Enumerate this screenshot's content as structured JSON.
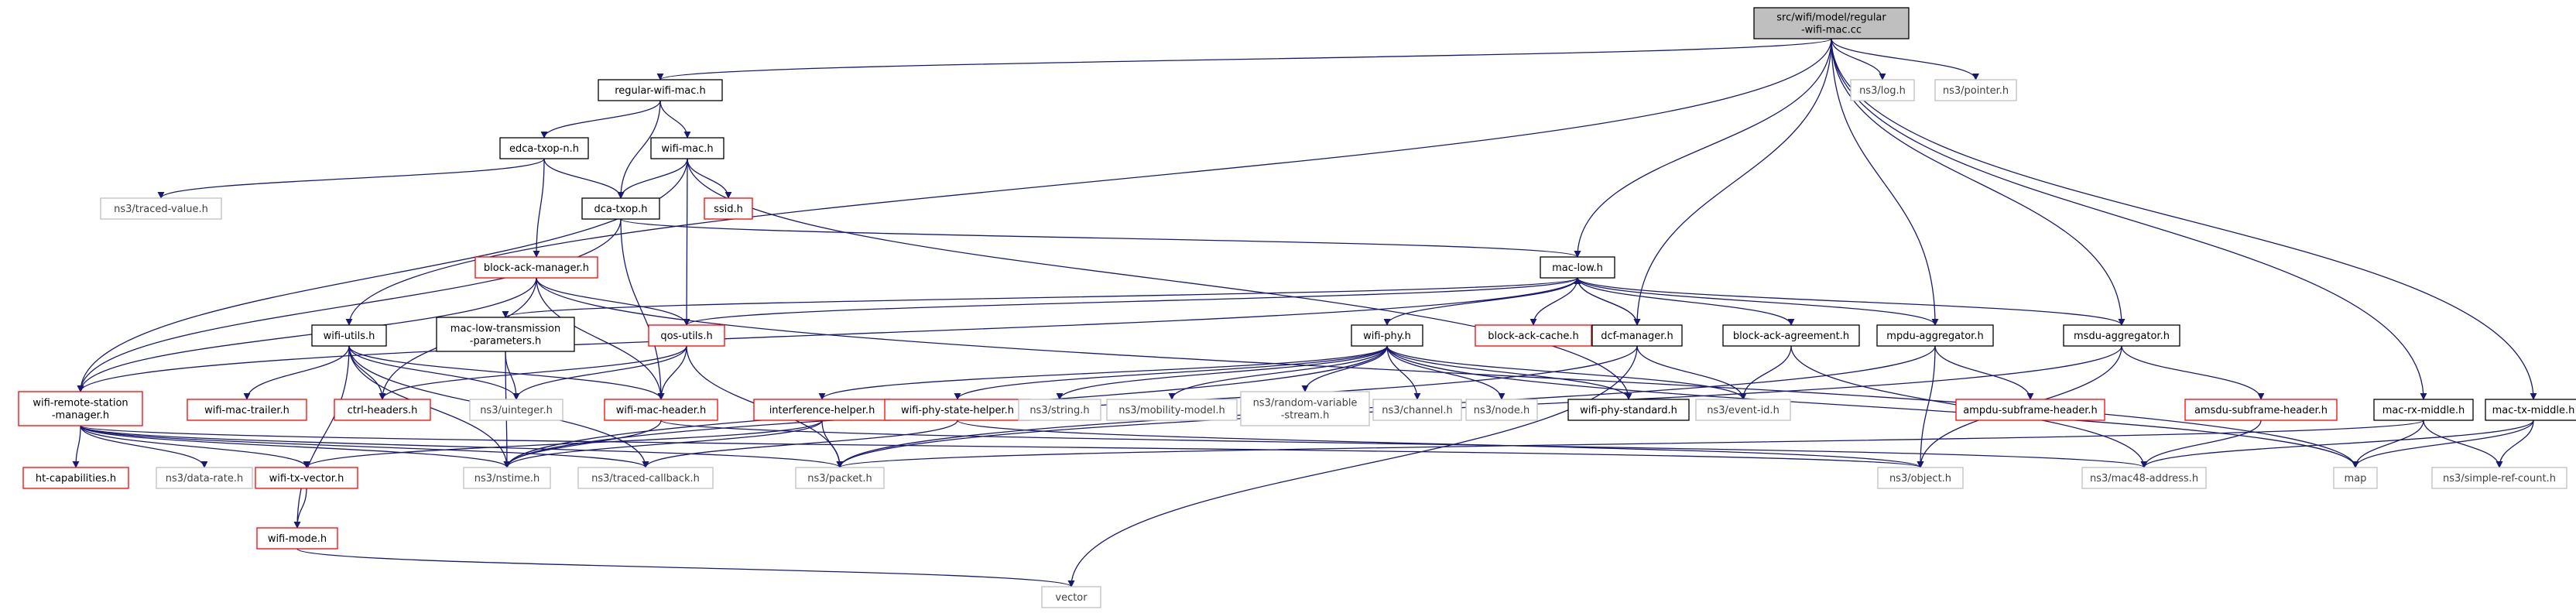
{
  "colors": {
    "edge": "#191970",
    "root_fill": "#bfbfbf",
    "root_stroke": "#000000",
    "documented_stroke": "#000000",
    "truncated_stroke": "#ff0000",
    "external_stroke": "#bfbfbf",
    "text_dark": "#000000",
    "text_external": "#404040",
    "background": "#ffffff"
  },
  "nodes": [
    {
      "id": "root",
      "lines": [
        "src/wifi/model/regular",
        "-wifi-mac.cc"
      ],
      "kind": "root"
    },
    {
      "id": "regular_wifi_mac_h",
      "lines": [
        "regular-wifi-mac.h"
      ],
      "kind": "documented"
    },
    {
      "id": "ns3_log",
      "lines": [
        "ns3/log.h"
      ],
      "kind": "external"
    },
    {
      "id": "ns3_pointer",
      "lines": [
        "ns3/pointer.h"
      ],
      "kind": "external"
    },
    {
      "id": "edca_txop_n",
      "lines": [
        "edca-txop-n.h"
      ],
      "kind": "documented"
    },
    {
      "id": "wifi_mac",
      "lines": [
        "wifi-mac.h"
      ],
      "kind": "documented"
    },
    {
      "id": "traced_value",
      "lines": [
        "ns3/traced-value.h"
      ],
      "kind": "external"
    },
    {
      "id": "dca_txop",
      "lines": [
        "dca-txop.h"
      ],
      "kind": "documented"
    },
    {
      "id": "ssid",
      "lines": [
        "ssid.h"
      ],
      "kind": "truncated"
    },
    {
      "id": "block_ack_manager",
      "lines": [
        "block-ack-manager.h"
      ],
      "kind": "truncated"
    },
    {
      "id": "mac_low",
      "lines": [
        "mac-low.h"
      ],
      "kind": "documented"
    },
    {
      "id": "wifi_utils",
      "lines": [
        "wifi-utils.h"
      ],
      "kind": "documented"
    },
    {
      "id": "mac_low_tx_params",
      "lines": [
        "mac-low-transmission",
        "-parameters.h"
      ],
      "kind": "documented"
    },
    {
      "id": "qos_utils",
      "lines": [
        "qos-utils.h"
      ],
      "kind": "truncated"
    },
    {
      "id": "wifi_phy",
      "lines": [
        "wifi-phy.h"
      ],
      "kind": "documented"
    },
    {
      "id": "block_ack_cache",
      "lines": [
        "block-ack-cache.h"
      ],
      "kind": "truncated"
    },
    {
      "id": "dcf_manager",
      "lines": [
        "dcf-manager.h"
      ],
      "kind": "documented"
    },
    {
      "id": "block_ack_agreement",
      "lines": [
        "block-ack-agreement.h"
      ],
      "kind": "documented"
    },
    {
      "id": "mpdu_aggregator",
      "lines": [
        "mpdu-aggregator.h"
      ],
      "kind": "documented"
    },
    {
      "id": "msdu_aggregator",
      "lines": [
        "msdu-aggregator.h"
      ],
      "kind": "documented"
    },
    {
      "id": "wifi_remote_station_manager",
      "lines": [
        "wifi-remote-station",
        "-manager.h"
      ],
      "kind": "truncated"
    },
    {
      "id": "wifi_mac_trailer",
      "lines": [
        "wifi-mac-trailer.h"
      ],
      "kind": "truncated"
    },
    {
      "id": "ctrl_headers",
      "lines": [
        "ctrl-headers.h"
      ],
      "kind": "truncated"
    },
    {
      "id": "ns3_uinteger",
      "lines": [
        "ns3/uinteger.h"
      ],
      "kind": "external"
    },
    {
      "id": "wifi_mac_header",
      "lines": [
        "wifi-mac-header.h"
      ],
      "kind": "truncated"
    },
    {
      "id": "interference_helper",
      "lines": [
        "interference-helper.h"
      ],
      "kind": "truncated"
    },
    {
      "id": "wifi_phy_state_helper",
      "lines": [
        "wifi-phy-state-helper.h"
      ],
      "kind": "truncated"
    },
    {
      "id": "ns3_string",
      "lines": [
        "ns3/string.h"
      ],
      "kind": "external"
    },
    {
      "id": "ns3_mobility_model",
      "lines": [
        "ns3/mobility-model.h"
      ],
      "kind": "external"
    },
    {
      "id": "ns3_random_variable_stream",
      "lines": [
        "ns3/random-variable",
        "-stream.h"
      ],
      "kind": "external"
    },
    {
      "id": "ns3_channel",
      "lines": [
        "ns3/channel.h"
      ],
      "kind": "external"
    },
    {
      "id": "ns3_node",
      "lines": [
        "ns3/node.h"
      ],
      "kind": "external"
    },
    {
      "id": "wifi_phy_standard",
      "lines": [
        "wifi-phy-standard.h"
      ],
      "kind": "documented"
    },
    {
      "id": "ns3_event_id",
      "lines": [
        "ns3/event-id.h"
      ],
      "kind": "external"
    },
    {
      "id": "ampdu_subframe_header",
      "lines": [
        "ampdu-subframe-header.h"
      ],
      "kind": "truncated"
    },
    {
      "id": "amsdu_subframe_header",
      "lines": [
        "amsdu-subframe-header.h"
      ],
      "kind": "truncated"
    },
    {
      "id": "mac_rx_middle",
      "lines": [
        "mac-rx-middle.h"
      ],
      "kind": "documented"
    },
    {
      "id": "mac_tx_middle",
      "lines": [
        "mac-tx-middle.h"
      ],
      "kind": "documented"
    },
    {
      "id": "ht_capabilities",
      "lines": [
        "ht-capabilities.h"
      ],
      "kind": "truncated"
    },
    {
      "id": "ns3_data_rate",
      "lines": [
        "ns3/data-rate.h"
      ],
      "kind": "external"
    },
    {
      "id": "wifi_tx_vector",
      "lines": [
        "wifi-tx-vector.h"
      ],
      "kind": "truncated"
    },
    {
      "id": "ns3_nstime",
      "lines": [
        "ns3/nstime.h"
      ],
      "kind": "external"
    },
    {
      "id": "ns3_traced_callback",
      "lines": [
        "ns3/traced-callback.h"
      ],
      "kind": "external"
    },
    {
      "id": "ns3_packet",
      "lines": [
        "ns3/packet.h"
      ],
      "kind": "external"
    },
    {
      "id": "ns3_object",
      "lines": [
        "ns3/object.h"
      ],
      "kind": "external"
    },
    {
      "id": "ns3_mac48_address",
      "lines": [
        "ns3/mac48-address.h"
      ],
      "kind": "external"
    },
    {
      "id": "map",
      "lines": [
        "map"
      ],
      "kind": "external"
    },
    {
      "id": "ns3_simple_ref_count",
      "lines": [
        "ns3/simple-ref-count.h"
      ],
      "kind": "external"
    },
    {
      "id": "wifi_mode",
      "lines": [
        "wifi-mode.h"
      ],
      "kind": "truncated"
    },
    {
      "id": "vector",
      "lines": [
        "vector"
      ],
      "kind": "external"
    }
  ],
  "edges": [
    [
      "root",
      "regular_wifi_mac_h"
    ],
    [
      "root",
      "ns3_log"
    ],
    [
      "root",
      "ns3_pointer"
    ],
    [
      "root",
      "wifi_utils"
    ],
    [
      "root",
      "mac_low"
    ],
    [
      "root",
      "dcf_manager"
    ],
    [
      "root",
      "mpdu_aggregator"
    ],
    [
      "root",
      "msdu_aggregator"
    ],
    [
      "root",
      "mac_rx_middle"
    ],
    [
      "root",
      "mac_tx_middle"
    ],
    [
      "regular_wifi_mac_h",
      "edca_txop_n"
    ],
    [
      "regular_wifi_mac_h",
      "wifi_mac"
    ],
    [
      "regular_wifi_mac_h",
      "dca_txop"
    ],
    [
      "edca_txop_n",
      "traced_value"
    ],
    [
      "edca_txop_n",
      "dca_txop"
    ],
    [
      "edca_txop_n",
      "block_ack_manager"
    ],
    [
      "wifi_mac",
      "dca_txop"
    ],
    [
      "wifi_mac",
      "ssid"
    ],
    [
      "wifi_mac",
      "qos_utils"
    ],
    [
      "wifi_mac",
      "wifi_remote_station_manager"
    ],
    [
      "wifi_mac",
      "wifi_phy_standard"
    ],
    [
      "dca_txop",
      "mac_low"
    ],
    [
      "dca_txop",
      "wifi_mac_header"
    ],
    [
      "dca_txop",
      "wifi_remote_station_manager"
    ],
    [
      "block_ack_manager",
      "qos_utils"
    ],
    [
      "block_ack_manager",
      "wifi_mac_header"
    ],
    [
      "block_ack_manager",
      "ctrl_headers"
    ],
    [
      "block_ack_manager",
      "wifi_remote_station_manager"
    ],
    [
      "block_ack_manager",
      "map"
    ],
    [
      "mac_low",
      "wifi_phy"
    ],
    [
      "mac_low",
      "block_ack_cache"
    ],
    [
      "mac_low",
      "dcf_manager"
    ],
    [
      "mac_low",
      "block_ack_agreement"
    ],
    [
      "mac_low",
      "mpdu_aggregator"
    ],
    [
      "mac_low",
      "msdu_aggregator"
    ],
    [
      "mac_low",
      "mac_low_tx_params"
    ],
    [
      "mac_low",
      "qos_utils"
    ],
    [
      "mac_low",
      "wifi_remote_station_manager"
    ],
    [
      "dcf_manager",
      "mac_low"
    ],
    [
      "dcf_manager",
      "ns3_event_id"
    ],
    [
      "dcf_manager",
      "vector"
    ],
    [
      "dcf_manager",
      "ns3_nstime"
    ],
    [
      "block_ack_agreement",
      "ns3_event_id"
    ],
    [
      "block_ack_agreement",
      "ns3_mac48_address"
    ],
    [
      "mpdu_aggregator",
      "ampdu_subframe_header"
    ],
    [
      "mpdu_aggregator",
      "ns3_object"
    ],
    [
      "mpdu_aggregator",
      "ns3_packet"
    ],
    [
      "msdu_aggregator",
      "amsdu_subframe_header"
    ],
    [
      "msdu_aggregator",
      "ns3_object"
    ],
    [
      "msdu_aggregator",
      "ns3_packet"
    ],
    [
      "amsdu_subframe_header",
      "ns3_mac48_address"
    ],
    [
      "mac_low_tx_params",
      "ns3_uinteger"
    ],
    [
      "mac_low_tx_params",
      "ns3_nstime"
    ],
    [
      "qos_utils",
      "ns3_uinteger"
    ],
    [
      "qos_utils",
      "ctrl_headers"
    ],
    [
      "qos_utils",
      "wifi_mac_header"
    ],
    [
      "qos_utils",
      "ns3_packet"
    ],
    [
      "wifi_utils",
      "wifi_mac_trailer"
    ],
    [
      "wifi_utils",
      "ctrl_headers"
    ],
    [
      "wifi_utils",
      "ns3_uinteger"
    ],
    [
      "wifi_utils",
      "wifi_mac_header"
    ],
    [
      "wifi_utils",
      "ns3_nstime"
    ],
    [
      "wifi_utils",
      "ns3_traced_callback"
    ],
    [
      "wifi_utils",
      "wifi_mode"
    ],
    [
      "wifi_mac_header",
      "ns3_nstime"
    ],
    [
      "wifi_mac_header",
      "ns3_mac48_address"
    ],
    [
      "wifi_phy",
      "interference_helper"
    ],
    [
      "wifi_phy",
      "wifi_phy_state_helper"
    ],
    [
      "wifi_phy",
      "ns3_string"
    ],
    [
      "wifi_phy",
      "ns3_mobility_model"
    ],
    [
      "wifi_phy",
      "ns3_random_variable_stream"
    ],
    [
      "wifi_phy",
      "ns3_channel"
    ],
    [
      "wifi_phy",
      "ns3_node"
    ],
    [
      "wifi_phy",
      "wifi_phy_standard"
    ],
    [
      "wifi_phy",
      "ns3_event_id"
    ],
    [
      "wifi_phy",
      "ns3_nstime"
    ],
    [
      "wifi_phy",
      "map"
    ],
    [
      "interference_helper",
      "ns3_nstime"
    ],
    [
      "interference_helper",
      "ns3_packet"
    ],
    [
      "interference_helper",
      "wifi_tx_vector"
    ],
    [
      "wifi_phy_state_helper",
      "ns3_traced_callback"
    ],
    [
      "wifi_phy_state_helper",
      "ns3_object"
    ],
    [
      "wifi_remote_station_manager",
      "ht_capabilities"
    ],
    [
      "wifi_remote_station_manager",
      "ns3_data_rate"
    ],
    [
      "wifi_remote_station_manager",
      "wifi_tx_vector"
    ],
    [
      "wifi_remote_station_manager",
      "ns3_nstime"
    ],
    [
      "wifi_remote_station_manager",
      "ns3_traced_callback"
    ],
    [
      "wifi_remote_station_manager",
      "ns3_packet"
    ],
    [
      "wifi_remote_station_manager",
      "ns3_object"
    ],
    [
      "wifi_tx_vector",
      "wifi_mode"
    ],
    [
      "wifi_mode",
      "vector"
    ],
    [
      "mac_rx_middle",
      "ns3_packet"
    ],
    [
      "mac_rx_middle",
      "map"
    ],
    [
      "mac_rx_middle",
      "ns3_simple_ref_count"
    ],
    [
      "mac_tx_middle",
      "map"
    ],
    [
      "mac_tx_middle",
      "ns3_mac48_address"
    ],
    [
      "mac_tx_middle",
      "ns3_simple_ref_count"
    ]
  ]
}
